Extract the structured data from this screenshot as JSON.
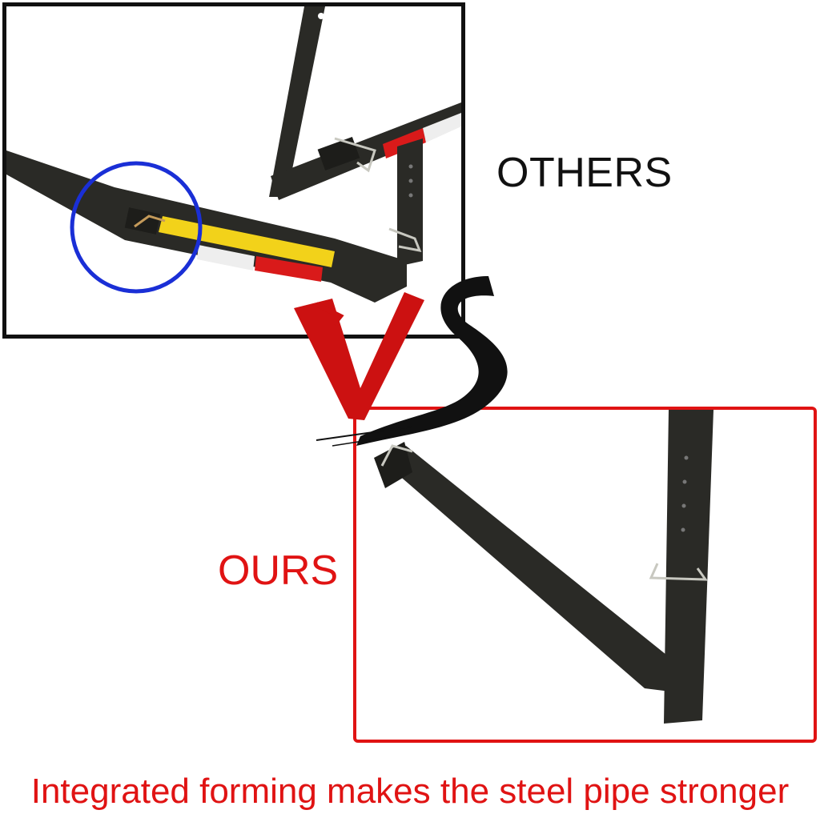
{
  "labels": {
    "others": "OTHERS",
    "ours": "OURS"
  },
  "caption": "Integrated forming makes the steel pipe stronger",
  "vs_mark": {
    "v_color": "#cc1111",
    "s_color": "#111111"
  },
  "colors": {
    "others_frame": "#111111",
    "ours_frame": "#e01313",
    "highlight_circle": "#1a2fd6",
    "caption": "#e01313",
    "steel": "#2a2a26",
    "reflector_red": "#d91a1a",
    "reflector_yellow": "#f2d21a",
    "reflector_white": "#eeeeee"
  },
  "icons": {
    "highlight": "weld-joint-circle-icon",
    "pin": "hitch-pin-icon"
  }
}
